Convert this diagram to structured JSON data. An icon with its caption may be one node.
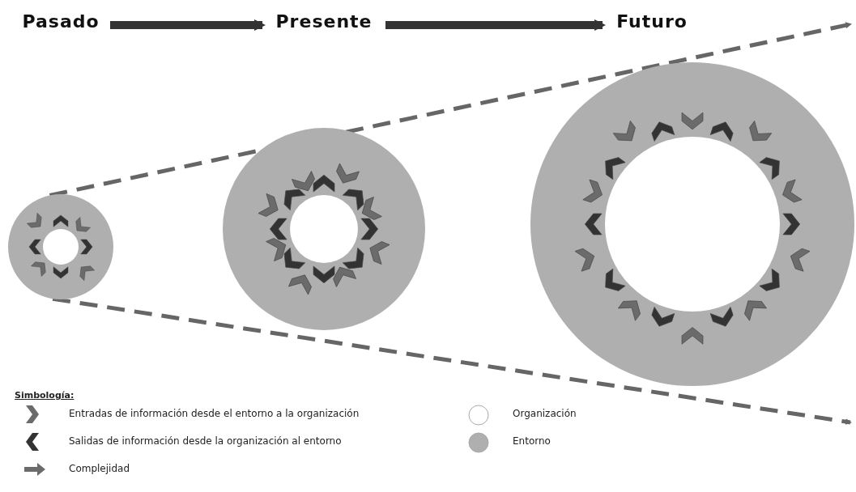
{
  "diagram": {
    "nodes": [
      {
        "text": [
          "Pasado"
        ]
      },
      {
        "text": [
          "Presente"
        ]
      },
      {
        "text": [
          "Futuro"
        ]
      },
      {
        "text": [],
        "shape": "circle"
      },
      {
        "text": [],
        "shape": "circle"
      },
      {
        "text": [],
        "shape": "circle"
      }
    ],
    "edges": [
      {
        "from": 0,
        "to": 1,
        "arrow": "to",
        "style": "thick",
        "color": "#333333"
      },
      {
        "from": 1,
        "to": 2,
        "arrow": "to",
        "style": "thick",
        "color": "#333333"
      },
      {
        "from": 3,
        "to": null,
        "arrow": "to",
        "style": "dashed",
        "color": "#666666"
      },
      {
        "from": 3,
        "to": null,
        "arrow": "to",
        "style": "dashed",
        "color": "#666666"
      }
    ],
    "labels": [
      "Simbología:"
    ],
    "legend": [
      {
        "text": "Entradas de información desde el entorno a la organización"
      },
      {
        "text": "Organización"
      },
      {
        "text": "Salidas de información desde la organización al entorno"
      },
      {
        "text": "Entorno",
        "color": "#afafaf"
      },
      {
        "text": "Complejidad"
      }
    ]
  }
}
